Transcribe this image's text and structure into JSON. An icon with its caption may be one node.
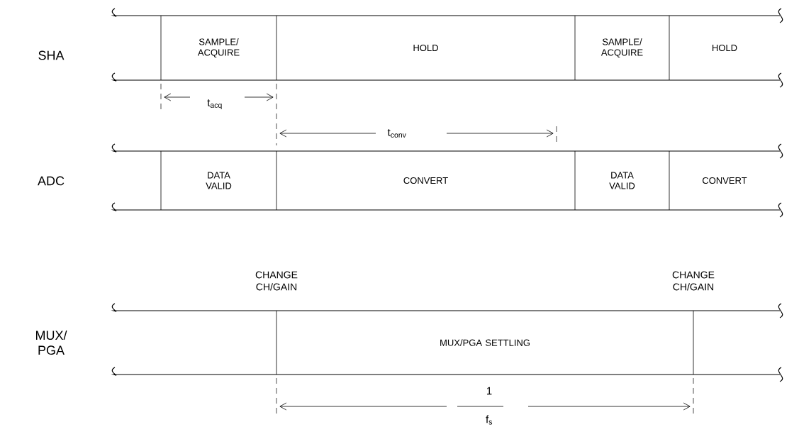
{
  "diagram": {
    "nodes": [
      {
        "text": [
          "SAMPLE/ ACQUIRE"
        ]
      },
      {
        "text": [
          "HOLD"
        ]
      },
      {
        "text": [
          "SAMPLE/ ACQUIRE"
        ]
      },
      {
        "text": [
          "HOLD"
        ]
      },
      {
        "text": [
          "DATA VALID"
        ]
      },
      {
        "text": [
          "CONVERT"
        ]
      },
      {
        "text": [
          "DATA VALID"
        ]
      },
      {
        "text": [
          "CONVERT"
        ]
      },
      {
        "text": [
          "MUX/PGA SETTLING"
        ]
      }
    ],
    "labels": [
      "SHA",
      "t$_{acq}$",
      "t$_{conv}$",
      "ADC",
      "CHANGE CH/GAIN",
      "CHANGE CH/GAIN",
      "MUX/ PGA",
      "1",
      "f$_{s}$"
    ]
  }
}
